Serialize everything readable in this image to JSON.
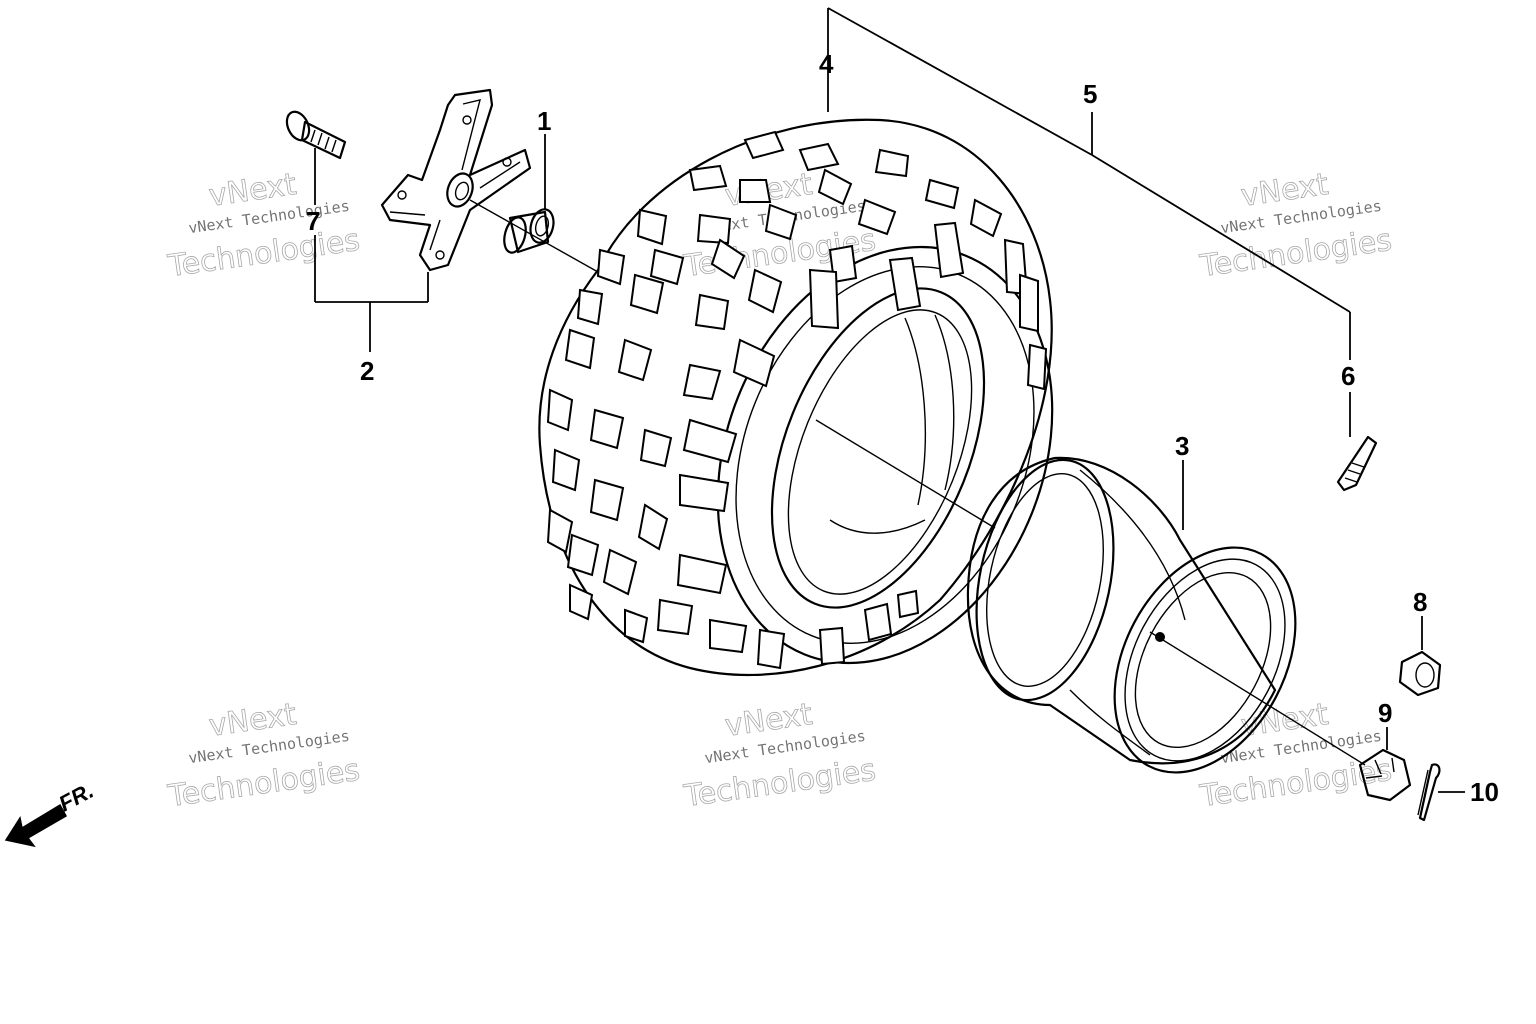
{
  "callouts": {
    "c1": "1",
    "c2": "2",
    "c3": "3",
    "c4": "4",
    "c5": "5",
    "c6": "6",
    "c7": "7",
    "c8": "8",
    "c9": "9",
    "c10": "10"
  },
  "direction": {
    "label": "FR."
  },
  "watermarks": [
    {
      "brand": "vNext",
      "small": "vNext Technologies",
      "big": "Technologies"
    },
    {
      "brand": "vNext",
      "small": "vNext Technologies",
      "big": "Technologies"
    },
    {
      "brand": "vNext",
      "small": "vNext Technologies",
      "big": "Technologies"
    },
    {
      "brand": "vNext",
      "small": "vNext Technologies",
      "big": "Technologies"
    },
    {
      "brand": "vNext",
      "small": "vNext Technologies",
      "big": "Technologies"
    },
    {
      "brand": "vNext",
      "small": "vNext Technologies",
      "big": "Technologies"
    }
  ]
}
